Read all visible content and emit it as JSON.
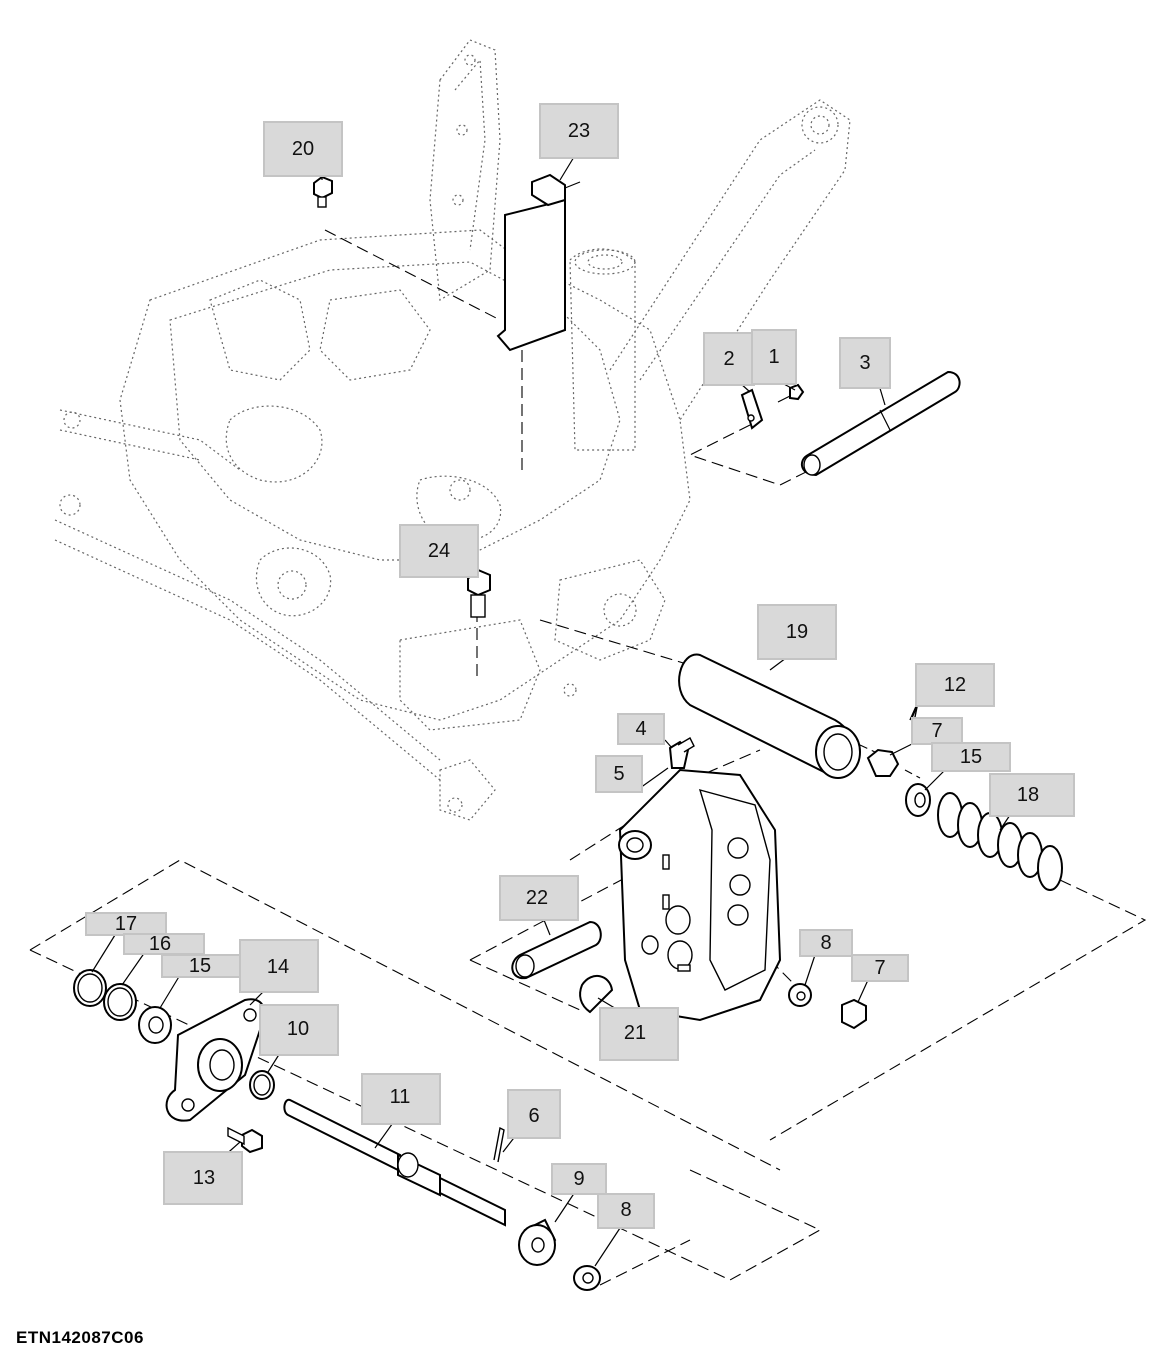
{
  "figure_id": "ETN142087C06",
  "callouts": [
    {
      "id": "20",
      "label": "20"
    },
    {
      "id": "23",
      "label": "23"
    },
    {
      "id": "2",
      "label": "2"
    },
    {
      "id": "1",
      "label": "1"
    },
    {
      "id": "3",
      "label": "3"
    },
    {
      "id": "24",
      "label": "24"
    },
    {
      "id": "19",
      "label": "19"
    },
    {
      "id": "12",
      "label": "12"
    },
    {
      "id": "4",
      "label": "4"
    },
    {
      "id": "7a",
      "label": "7"
    },
    {
      "id": "5",
      "label": "5"
    },
    {
      "id": "15a",
      "label": "15"
    },
    {
      "id": "18",
      "label": "18"
    },
    {
      "id": "22",
      "label": "22"
    },
    {
      "id": "17",
      "label": "17"
    },
    {
      "id": "16",
      "label": "16"
    },
    {
      "id": "15b",
      "label": "15"
    },
    {
      "id": "14",
      "label": "14"
    },
    {
      "id": "8a",
      "label": "8"
    },
    {
      "id": "7b",
      "label": "7"
    },
    {
      "id": "10",
      "label": "10"
    },
    {
      "id": "21",
      "label": "21"
    },
    {
      "id": "11",
      "label": "11"
    },
    {
      "id": "6",
      "label": "6"
    },
    {
      "id": "13",
      "label": "13"
    },
    {
      "id": "9",
      "label": "9"
    },
    {
      "id": "8b",
      "label": "8"
    }
  ]
}
